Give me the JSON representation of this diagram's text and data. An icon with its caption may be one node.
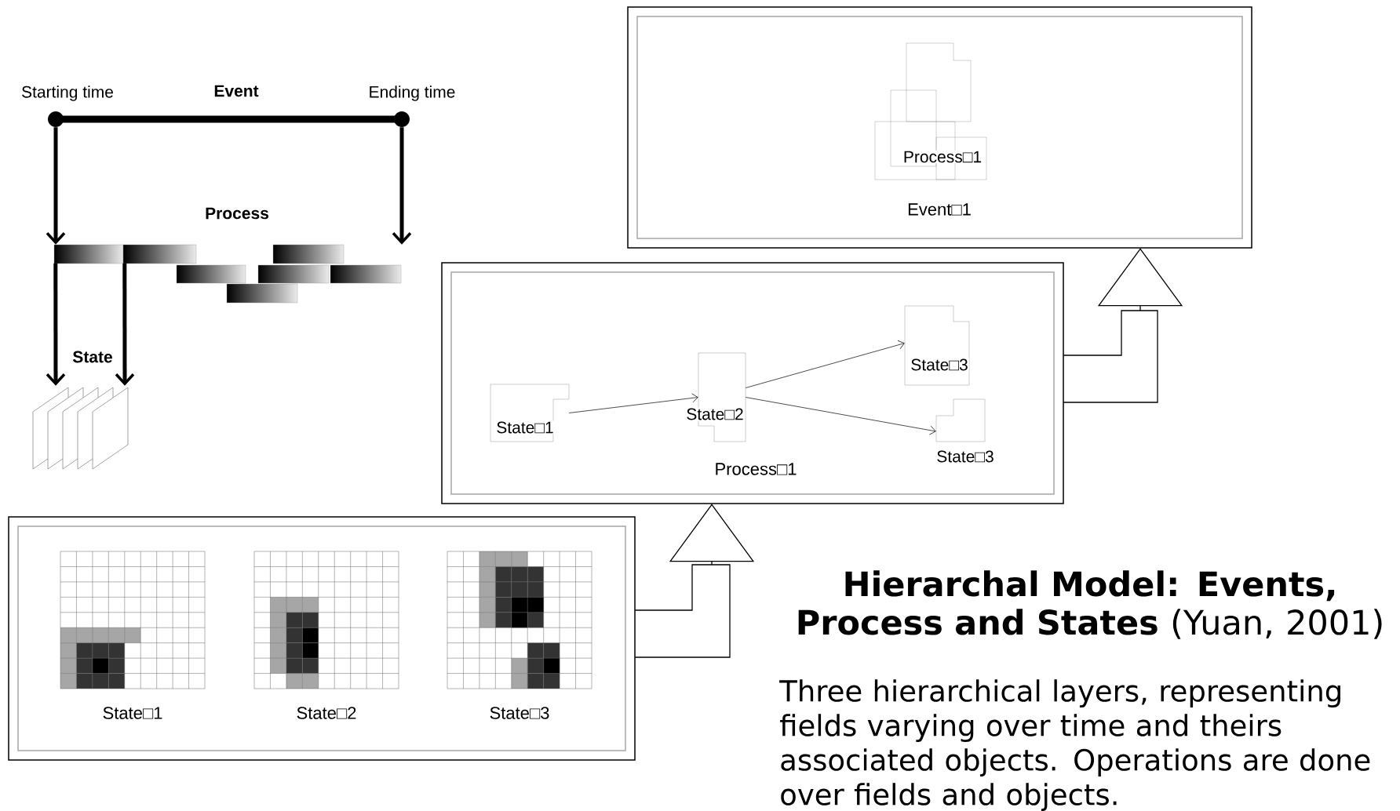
{
  "diagram": {
    "title": "**Hierarchal Model: Events, Process and States** (Yuan, 2001)",
    "caption": "Three hierarchical layers, representing fields varying over time and theirs associated objects. Operations are done over fields and objects.",
    "nodes": [
      {
        "text": [
          "Starting time",
          "Event",
          "Ending time"
        ]
      },
      {
        "text": [
          "Process"
        ]
      },
      {
        "text": [
          "State"
        ]
      },
      {
        "text": [
          "Event□1"
        ]
      },
      {
        "text": [
          "Process□1"
        ],
        "in": 3
      },
      {
        "text": [
          "Process□1"
        ]
      },
      {
        "text": [
          "State□1"
        ],
        "in": 5
      },
      {
        "text": [
          "State□2"
        ],
        "in": 5
      },
      {
        "text": [
          "State□3"
        ],
        "in": 5
      },
      {
        "text": [
          "State□3"
        ],
        "in": 5
      },
      {
        "text": [],
        "shape": "box"
      },
      {
        "text": [
          "State□1"
        ],
        "in": 10
      },
      {
        "text": [
          "State□2"
        ],
        "in": 10
      },
      {
        "text": [
          "State□3"
        ],
        "in": 10
      }
    ],
    "edges": [
      {
        "from": 0,
        "to": 1,
        "arrow": "to",
        "style": "thick"
      },
      {
        "from": 0,
        "to": 1,
        "arrow": "to",
        "style": "thick"
      },
      {
        "from": 1,
        "to": 2,
        "arrow": "to",
        "style": "thick"
      },
      {
        "from": 1,
        "to": 2,
        "arrow": "to",
        "style": "thick"
      },
      {
        "from": 6,
        "to": 7,
        "arrow": "to"
      },
      {
        "from": 7,
        "to": 8,
        "arrow": "to"
      },
      {
        "from": 7,
        "to": 9,
        "arrow": "to"
      },
      {
        "from": 10,
        "to": 5,
        "arrow": "to"
      },
      {
        "from": 5,
        "to": 3,
        "arrow": "to"
      }
    ]
  }
}
